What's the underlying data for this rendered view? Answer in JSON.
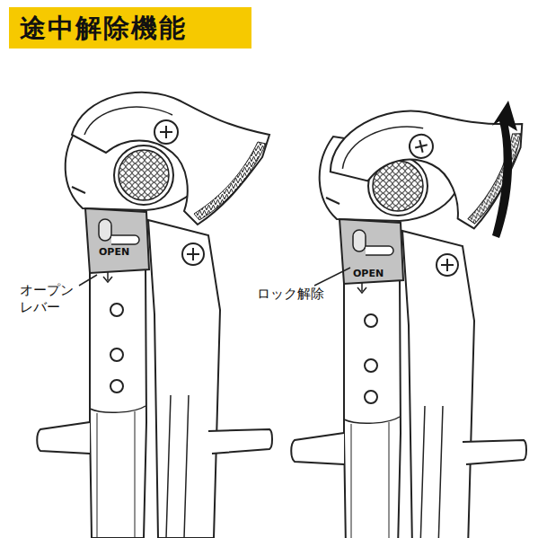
{
  "diagram": {
    "title": "途中解除機能",
    "labels": [
      "OPEN",
      "オープン レバー",
      "OPEN",
      "ロック解除"
    ]
  }
}
